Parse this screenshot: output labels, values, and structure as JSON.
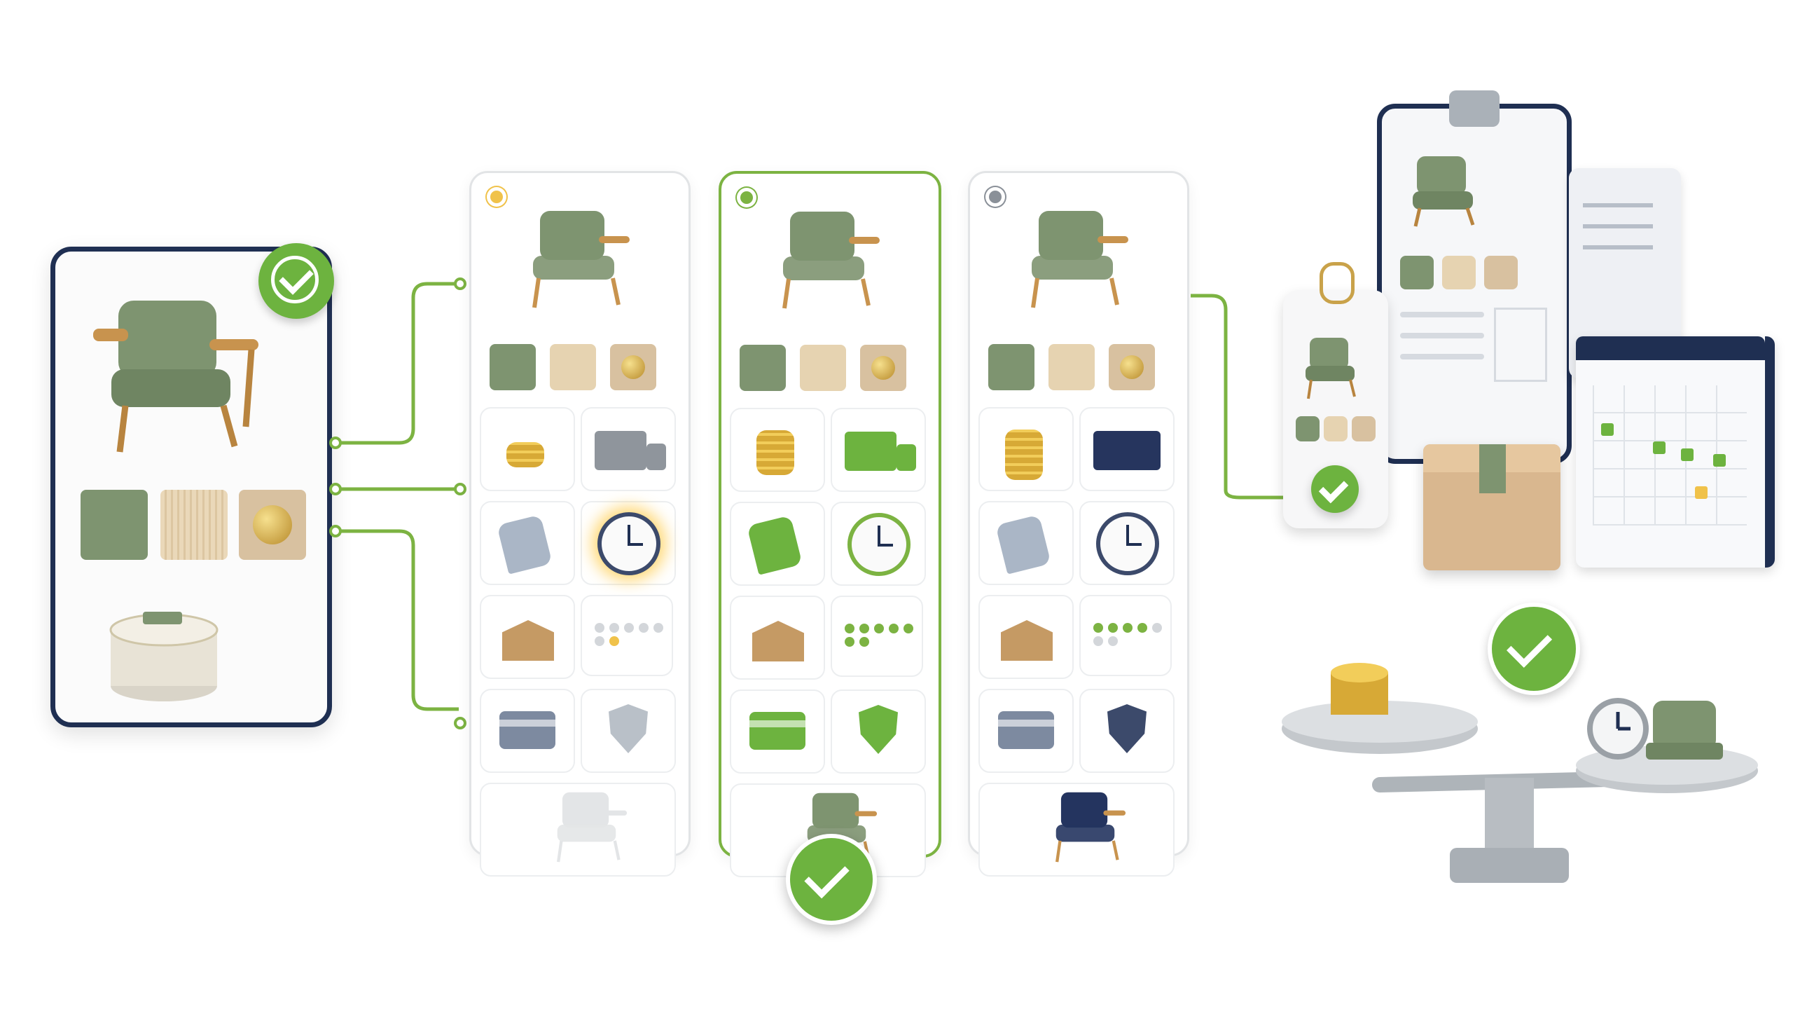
{
  "colors": {
    "accent_green": "#7cb342",
    "navy": "#1f2f52",
    "sage": "#7e9470",
    "oak": "#e6d3b1",
    "brass": "#c9a24a",
    "muted_gray": "#b9c0c8"
  },
  "spec": {
    "icons": [
      "armchair-icon",
      "fabric-swatch-icon",
      "wood-swatch-icon",
      "brass-knob-icon",
      "coin-stack-icon",
      "verified-badge-icon"
    ]
  },
  "options": [
    {
      "radio": "#f0c24a",
      "cost_icon": "coins-small-icon",
      "ship_icon": "truck-icon",
      "tag_icon": "price-tag-icon",
      "time_icon": "clock-icon",
      "qty_icon": "boxes-icon",
      "progress_filled": 0,
      "progress_total": 7,
      "pay_icon": "card-icon",
      "protect_icon": "shield-icon",
      "result_icon": "armchair-ghost-icon",
      "state": "warning"
    },
    {
      "radio": "#7cb342",
      "cost_icon": "coins-medium-icon",
      "ship_icon": "truck-icon",
      "tag_icon": "price-tag-icon",
      "time_icon": "clock-icon",
      "qty_icon": "boxes-icon",
      "progress_filled": 7,
      "progress_total": 7,
      "pay_icon": "card-icon",
      "protect_icon": "shield-icon",
      "result_icon": "armchair-green-icon",
      "state": "selected"
    },
    {
      "radio": "#8a9098",
      "cost_icon": "coins-large-icon",
      "ship_icon": "container-icon",
      "tag_icon": "price-tag-icon",
      "time_icon": "clock-icon",
      "qty_icon": "boxes-icon",
      "progress_filled": 4,
      "progress_total": 7,
      "pay_icon": "card-icon",
      "protect_icon": "shield-icon",
      "result_icon": "armchair-navy-icon",
      "state": "alternative"
    }
  ],
  "outcome": {
    "icons": [
      "clipboard-icon",
      "document-icon",
      "tag-card-icon",
      "calendar-icon",
      "package-icon",
      "balance-scale-icon",
      "check-icon"
    ]
  }
}
